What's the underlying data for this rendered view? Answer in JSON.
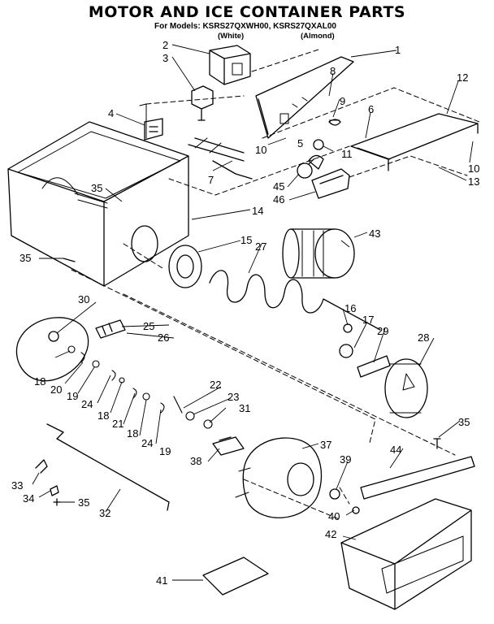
{
  "header": {
    "title": "MOTOR AND ICE CONTAINER PARTS",
    "models_line": "For Models: KSRS27QXWH00, KSRS27QXAL00",
    "color_white": "(White)",
    "color_almond": "(Almond)"
  },
  "callouts": [
    {
      "id": "c1",
      "text": "1"
    },
    {
      "id": "c2",
      "text": "2"
    },
    {
      "id": "c3",
      "text": "3"
    },
    {
      "id": "c4",
      "text": "4"
    },
    {
      "id": "c5",
      "text": "5"
    },
    {
      "id": "c6",
      "text": "6"
    },
    {
      "id": "c7",
      "text": "7"
    },
    {
      "id": "c8",
      "text": "8"
    },
    {
      "id": "c9",
      "text": "9"
    },
    {
      "id": "c10a",
      "text": "10"
    },
    {
      "id": "c10b",
      "text": "10"
    },
    {
      "id": "c11",
      "text": "11"
    },
    {
      "id": "c12",
      "text": "12"
    },
    {
      "id": "c13",
      "text": "13"
    },
    {
      "id": "c14",
      "text": "14"
    },
    {
      "id": "c15",
      "text": "15"
    },
    {
      "id": "c16",
      "text": "16"
    },
    {
      "id": "c17",
      "text": "17"
    },
    {
      "id": "c18a",
      "text": "18"
    },
    {
      "id": "c18b",
      "text": "18"
    },
    {
      "id": "c18c",
      "text": "18"
    },
    {
      "id": "c19a",
      "text": "19"
    },
    {
      "id": "c19b",
      "text": "19"
    },
    {
      "id": "c20",
      "text": "20"
    },
    {
      "id": "c21",
      "text": "21"
    },
    {
      "id": "c22",
      "text": "22"
    },
    {
      "id": "c23",
      "text": "23"
    },
    {
      "id": "c24a",
      "text": "24"
    },
    {
      "id": "c24b",
      "text": "24"
    },
    {
      "id": "c25",
      "text": "25"
    },
    {
      "id": "c26",
      "text": "26"
    },
    {
      "id": "c27",
      "text": "27"
    },
    {
      "id": "c28",
      "text": "28"
    },
    {
      "id": "c29",
      "text": "29"
    },
    {
      "id": "c30",
      "text": "30"
    },
    {
      "id": "c31",
      "text": "31"
    },
    {
      "id": "c32",
      "text": "32"
    },
    {
      "id": "c33",
      "text": "33"
    },
    {
      "id": "c34",
      "text": "34"
    },
    {
      "id": "c35a",
      "text": "35"
    },
    {
      "id": "c35b",
      "text": "35"
    },
    {
      "id": "c35c",
      "text": "35"
    },
    {
      "id": "c35d",
      "text": "35"
    },
    {
      "id": "c37",
      "text": "37"
    },
    {
      "id": "c38",
      "text": "38"
    },
    {
      "id": "c39",
      "text": "39"
    },
    {
      "id": "c40",
      "text": "40"
    },
    {
      "id": "c41",
      "text": "41"
    },
    {
      "id": "c42",
      "text": "42"
    },
    {
      "id": "c43",
      "text": "43"
    },
    {
      "id": "c44",
      "text": "44"
    },
    {
      "id": "c45",
      "text": "45"
    },
    {
      "id": "c46",
      "text": "46"
    }
  ]
}
